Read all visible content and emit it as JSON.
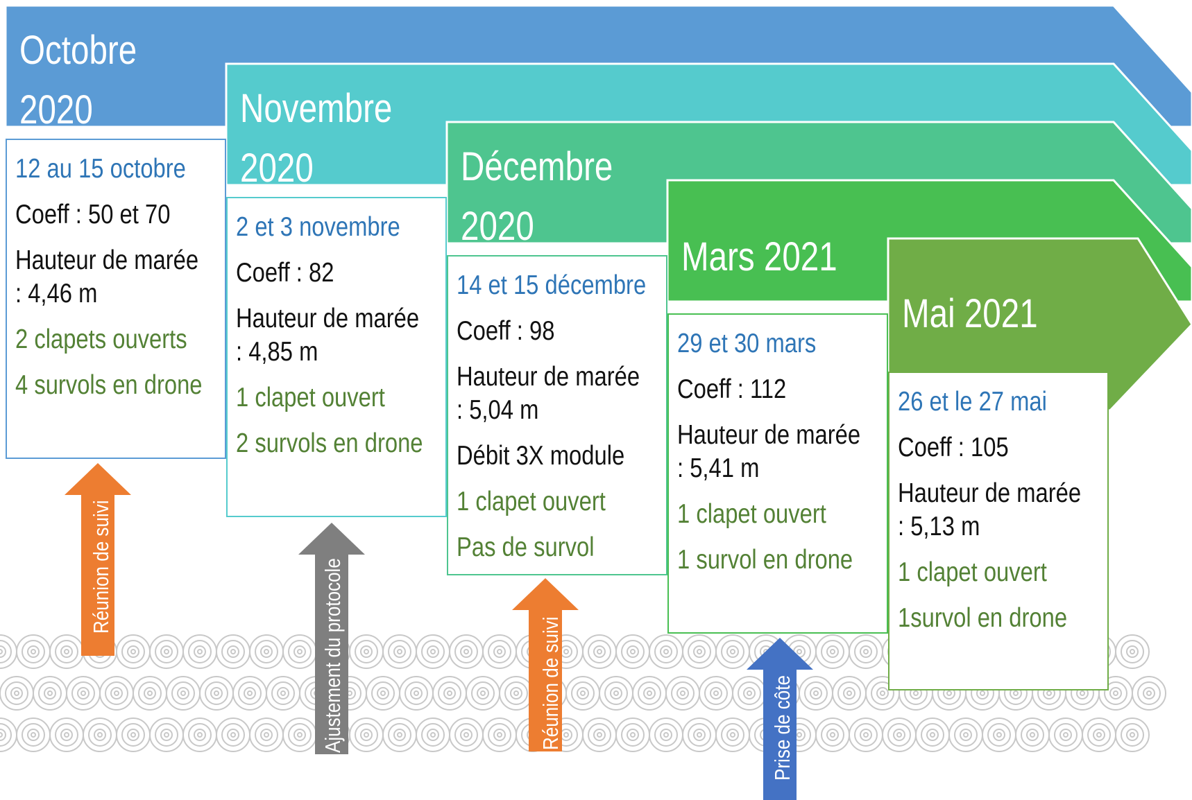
{
  "colors": {
    "octobre": "#5b9bd5",
    "novembre": "#55cbcd",
    "decembre": "#4ec58f",
    "mars": "#48bf52",
    "mai": "#70ad47",
    "orange": "#ed7d31",
    "gray": "#7f7f7f",
    "blue": "#4472c4",
    "date_text": "#2e75b6",
    "green_text": "#538135"
  },
  "phases": [
    {
      "title_line1": "Octobre",
      "title_line2": "2020",
      "date": "12 au 15 octobre",
      "coeff": "Coeff :  50 et 70",
      "hauteur": "Hauteur de marée : 4,46 m",
      "debit": "",
      "clapets": "2 clapets ouverts",
      "survols": "4 survols en drone"
    },
    {
      "title_line1": "Novembre",
      "title_line2": "2020",
      "date": "2 et 3 novembre",
      "coeff": "Coeff :  82",
      "hauteur": "Hauteur de marée : 4,85 m",
      "debit": "",
      "clapets": "1 clapet ouvert",
      "survols": "2 survols en drone"
    },
    {
      "title_line1": "Décembre",
      "title_line2": "2020",
      "date": "14 et 15 décembre",
      "coeff": "Coeff :  98",
      "hauteur": "Hauteur de marée : 5,04 m",
      "debit": "Débit 3X module",
      "clapets": "1 clapet ouvert",
      "survols": "Pas de survol"
    },
    {
      "title_line1": "Mars 2021",
      "title_line2": "",
      "date": "29 et 30 mars",
      "coeff": "Coeff :  112",
      "hauteur": "Hauteur de marée : 5,41 m",
      "debit": "",
      "clapets": "1 clapet ouvert",
      "survols": "1 survol en drone"
    },
    {
      "title_line1": "Mai 2021",
      "title_line2": "",
      "date": "26 et le 27 mai",
      "coeff": "Coeff :  105",
      "hauteur": "Hauteur de marée : 5,13 m",
      "debit": "",
      "clapets": "1 clapet ouvert",
      "survols": "1survol en drone"
    }
  ],
  "events": [
    {
      "label": "Réunion de suivi",
      "color": "orange"
    },
    {
      "label": "Ajustement du protocole",
      "color": "gray"
    },
    {
      "label": "Réunion de suivi",
      "color": "orange"
    },
    {
      "label": "Prise de côte",
      "color": "blue"
    }
  ]
}
